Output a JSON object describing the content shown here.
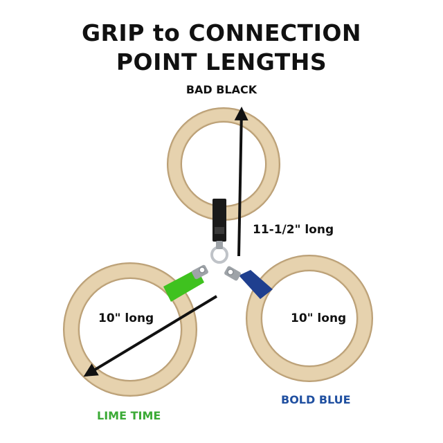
{
  "title": {
    "line1": "GRIP to CONNECTION",
    "line2": "POINT LENGTHS"
  },
  "straps": {
    "black": {
      "name": "BAD BLACK",
      "length": "11-1/2\" long",
      "color": "#1a1a1a"
    },
    "lime": {
      "name": "LIME TIME",
      "length": "10\" long",
      "color": "#3fc21f"
    },
    "blue": {
      "name": "BOLD BLUE",
      "length": "10\" long",
      "color": "#1f3f8f"
    }
  },
  "colors": {
    "wood": "#e6d2ae",
    "wood_edge": "#b89c72",
    "metal": "#bfc3c8",
    "arrow": "#111111",
    "name_blue": "#1f4fa0",
    "name_lime": "#3aaa35"
  }
}
